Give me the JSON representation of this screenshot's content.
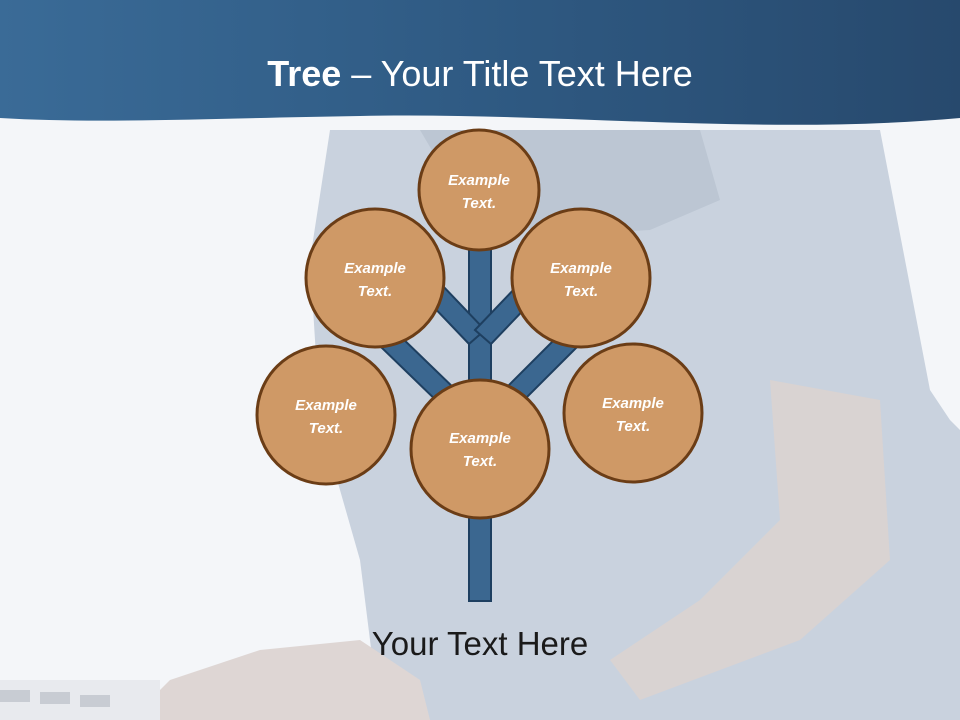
{
  "slide": {
    "title_bold": "Tree",
    "title_dash": " – ",
    "title_rest": "Your Title Text Here",
    "caption": "Your Text Here"
  },
  "tree": {
    "nodes": [
      {
        "id": "top",
        "line1": "Example",
        "line2": "Text."
      },
      {
        "id": "upper-left",
        "line1": "Example",
        "line2": "Text."
      },
      {
        "id": "upper-right",
        "line1": "Example",
        "line2": "Text."
      },
      {
        "id": "lower-left",
        "line1": "Example",
        "line2": "Text."
      },
      {
        "id": "center",
        "line1": "Example",
        "line2": "Text."
      },
      {
        "id": "lower-right",
        "line1": "Example",
        "line2": "Text."
      }
    ]
  },
  "colors": {
    "header": "#2f5a83",
    "node_fill": "#cf9966",
    "node_stroke": "#6b3d16",
    "branch_fill": "#3b6790",
    "branch_stroke": "#1e3f60"
  }
}
